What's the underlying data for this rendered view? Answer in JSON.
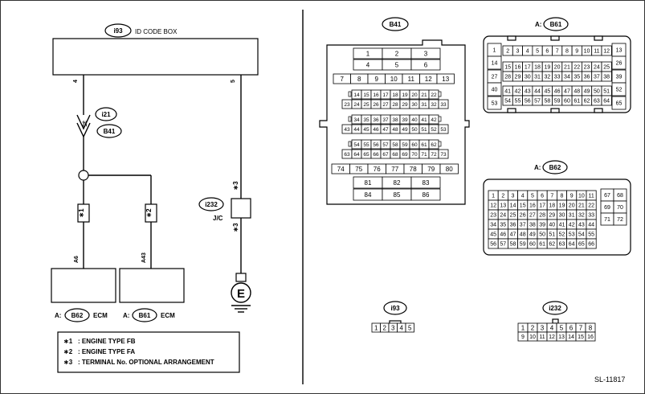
{
  "page": {
    "code": "SL-11817"
  },
  "left": {
    "id_box": {
      "ref": "i93",
      "title": "ID CODE BOX"
    },
    "pins": {
      "left": "4",
      "right": "5",
      "a6": "A6",
      "a43": "A43"
    },
    "i21": {
      "ref": "i21",
      "conn": "B41",
      "pin": "35"
    },
    "fuse_star1": "∗1",
    "fuse_star2": "∗2",
    "jc": {
      "ref": "i232",
      "label": "J/C",
      "star_top": "∗3",
      "star_bottom": "∗3"
    },
    "ground": "E",
    "ecm1": {
      "prefix": "A:",
      "conn": "B62",
      "name": "ECM"
    },
    "ecm2": {
      "prefix": "A:",
      "conn": "B61",
      "name": "ECM"
    },
    "legend": [
      {
        "mark": "∗1",
        "text": ": ENGINE TYPE FB"
      },
      {
        "mark": "∗2",
        "text": ": ENGINE TYPE FA"
      },
      {
        "mark": "∗3",
        "text": ": TERMINAL No. OPTIONAL ARRANGEMENT"
      }
    ]
  },
  "connectors": {
    "b41": {
      "ref": "B41",
      "r1": [
        "1",
        "2",
        "3"
      ],
      "r2": [
        "4",
        "5",
        "6"
      ],
      "r3": [
        "7",
        "8",
        "9",
        "10",
        "11",
        "12",
        "13"
      ],
      "r4": [
        "14",
        "15",
        "16",
        "17",
        "18",
        "19",
        "20",
        "21",
        "22"
      ],
      "r5": [
        "23",
        "24",
        "25",
        "26",
        "27",
        "28",
        "29",
        "30",
        "31",
        "32",
        "33"
      ],
      "r6": [
        "34",
        "35",
        "36",
        "37",
        "38",
        "39",
        "40",
        "41",
        "42"
      ],
      "r7": [
        "43",
        "44",
        "45",
        "46",
        "47",
        "48",
        "49",
        "50",
        "51",
        "52",
        "53"
      ],
      "r8": [
        "54",
        "55",
        "56",
        "57",
        "58",
        "59",
        "60",
        "61",
        "62"
      ],
      "r9": [
        "63",
        "64",
        "65",
        "66",
        "67",
        "68",
        "69",
        "70",
        "71",
        "72",
        "73"
      ],
      "r10": [
        "74",
        "75",
        "76",
        "77",
        "78",
        "79",
        "80"
      ],
      "r11": [
        "81",
        "82",
        "83"
      ],
      "r12": [
        "84",
        "85",
        "86"
      ]
    },
    "b61": {
      "prefix": "A:",
      "ref": "B61",
      "l": [
        "1",
        "14",
        "27",
        "40",
        "53"
      ],
      "m0": [
        "2",
        "3",
        "4",
        "5",
        "6",
        "7",
        "8",
        "9",
        "10",
        "11",
        "12"
      ],
      "m1": [
        "15",
        "16",
        "17",
        "18",
        "19",
        "20",
        "21",
        "22",
        "23",
        "24",
        "25"
      ],
      "m2": [
        "28",
        "29",
        "30",
        "31",
        "32",
        "33",
        "34",
        "35",
        "36",
        "37",
        "38"
      ],
      "m3": [
        "41",
        "42",
        "43",
        "44",
        "45",
        "46",
        "47",
        "48",
        "49",
        "50",
        "51"
      ],
      "m4": [
        "54",
        "55",
        "56",
        "57",
        "58",
        "59",
        "60",
        "61",
        "62",
        "63",
        "64"
      ],
      "r": [
        "13",
        "26",
        "39",
        "52",
        "65"
      ]
    },
    "b62": {
      "prefix": "A:",
      "ref": "B62",
      "g": [
        [
          "1",
          "2",
          "3",
          "4",
          "5",
          "6",
          "7",
          "8",
          "9",
          "10",
          "11"
        ],
        [
          "12",
          "13",
          "14",
          "15",
          "16",
          "17",
          "18",
          "19",
          "20",
          "21",
          "22"
        ],
        [
          "23",
          "24",
          "25",
          "26",
          "27",
          "28",
          "29",
          "30",
          "31",
          "32",
          "33"
        ],
        [
          "34",
          "35",
          "36",
          "37",
          "38",
          "39",
          "40",
          "41",
          "42",
          "43",
          "44"
        ],
        [
          "45",
          "46",
          "47",
          "48",
          "49",
          "50",
          "51",
          "52",
          "53",
          "54",
          "55"
        ],
        [
          "56",
          "57",
          "58",
          "59",
          "60",
          "61",
          "62",
          "63",
          "64",
          "65",
          "66"
        ]
      ],
      "s": [
        [
          "67",
          "68"
        ],
        [
          "69",
          "70"
        ],
        [
          "71",
          "72"
        ]
      ]
    },
    "i93": {
      "ref": "i93",
      "pins": [
        "1",
        "2",
        "3",
        "4",
        "5"
      ]
    },
    "i232": {
      "ref": "i232",
      "r1": [
        "1",
        "2",
        "3",
        "4",
        "5",
        "6",
        "7",
        "8"
      ],
      "r2": [
        "9",
        "10",
        "11",
        "12",
        "13",
        "14",
        "15",
        "16"
      ]
    }
  }
}
